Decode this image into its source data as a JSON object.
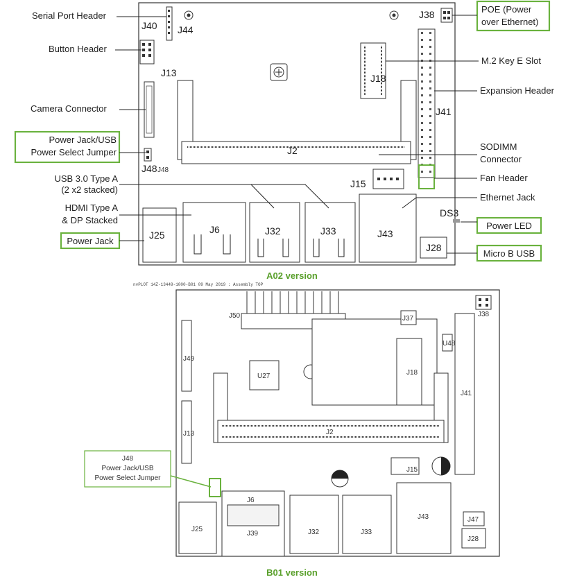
{
  "a02": {
    "caption": "A02 version",
    "labels": {
      "serial_port": "Serial Port Header",
      "button": "Button Header",
      "camera": "Camera Connector",
      "power_jack_usb_1": "Power Jack/USB",
      "power_jack_usb_2": "Power Select Jumper",
      "usb30_1": "USB 3.0 Type A",
      "usb30_2": "(2 x2 stacked)",
      "hdmi_1": "HDMI Type A",
      "hdmi_2": "& DP Stacked",
      "power_jack": "Power Jack",
      "poe_1": "POE (Power",
      "poe_2": "over Ethernet)",
      "m2": "M.2 Key E Slot",
      "expansion": "Expansion Header",
      "sodimm_1": "SODIMM",
      "sodimm_2": "Connector",
      "fan": "Fan Header",
      "ethernet": "Ethernet Jack",
      "ds3": "DS3",
      "power_led": "Power LED",
      "micro_usb": "Micro B USB"
    },
    "refs": {
      "j40": "J40",
      "j44": "J44",
      "j13": "J13",
      "j48": "J48",
      "j48b": "J48",
      "j2": "J2",
      "j18": "J18",
      "j38": "J38",
      "j41": "J41",
      "j15": "J15",
      "j25": "J25",
      "j6": "J6",
      "j32": "J32",
      "j33": "J33",
      "j43": "J43",
      "j28": "J28"
    }
  },
  "b01": {
    "caption": "B01 version",
    "silkscreen": "nvPLOT 14Z-13449-1000-B01 09 May 2019 : Assembly TOP",
    "callout_1": "J48",
    "callout_2": "Power Jack/USB",
    "callout_3": "Power Select Jumper",
    "refs": {
      "j50": "J50",
      "u27": "U27",
      "j18": "J18",
      "j41": "J41",
      "j2": "J2",
      "j15": "J15",
      "j38": "J38",
      "j6": "J6",
      "j39": "J39",
      "j25": "J25",
      "j32": "J32",
      "j33": "J33",
      "j43": "J43",
      "j47": "J47",
      "j28": "J28",
      "j37": "J37",
      "j49": "J49",
      "j13": "J13",
      "u48": "U48"
    }
  }
}
